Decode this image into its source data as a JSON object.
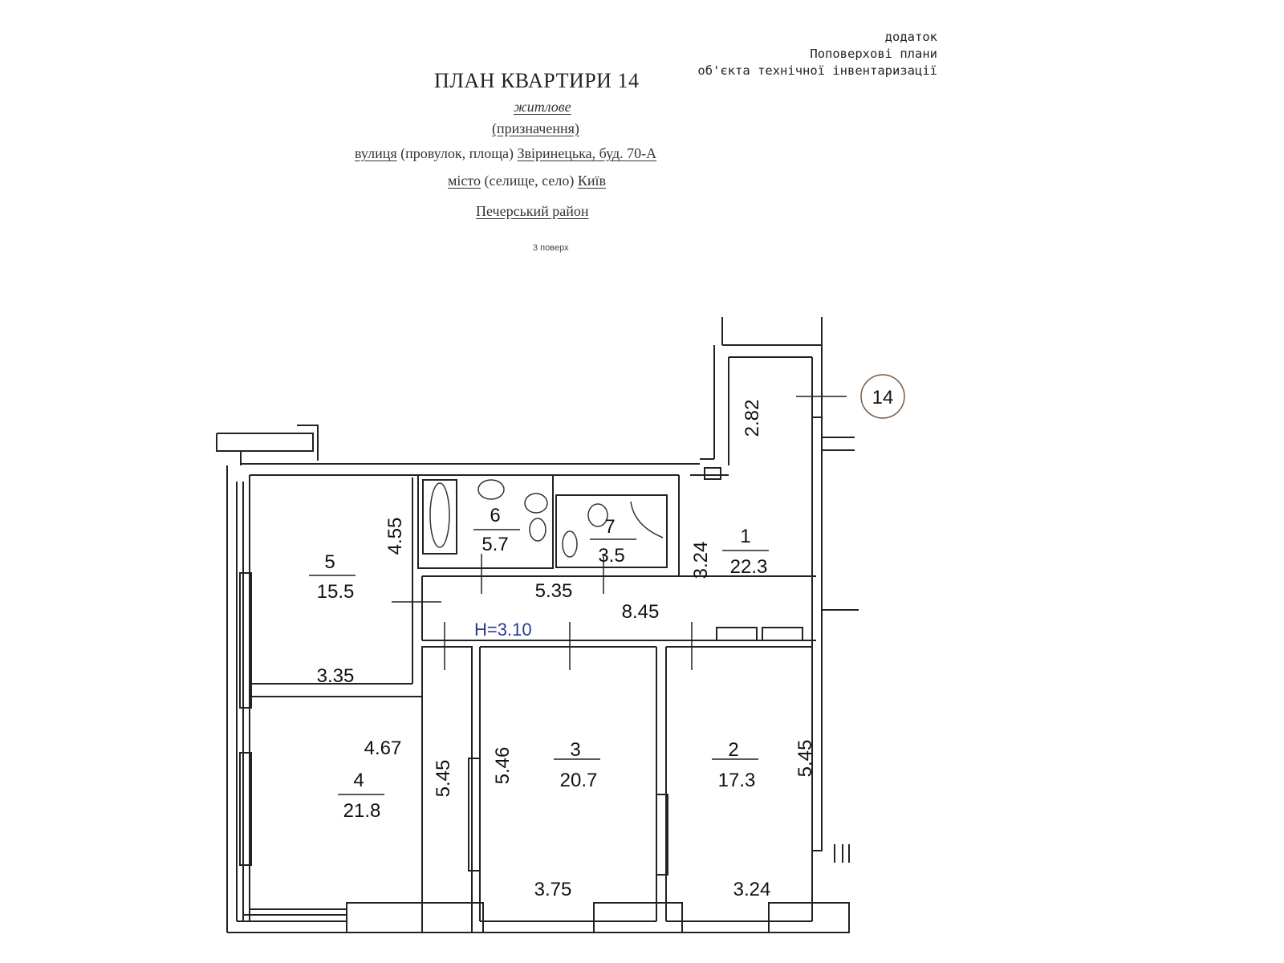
{
  "appendix": {
    "line1": "додаток",
    "line2": "Поповерхові плани",
    "line3": "об'єкта технічної інвентаризації"
  },
  "header": {
    "title": "ПЛАН КВАРТИРИ 14",
    "purpose": "житлове",
    "purpose_caption": "(призначення)",
    "street_label": "вулиця",
    "street_mid": " (провулок, площа) ",
    "street_value": "Звіринецька, буд. 70-А",
    "city_label": "місто",
    "city_mid": " (селище, село) ",
    "city_value": "Київ",
    "district": "Печерський район",
    "floor": "3 поверх"
  },
  "plan": {
    "apartment_number": "14",
    "ceiling_height": "H=3.10",
    "rooms": [
      {
        "number": "1",
        "area": "22.3"
      },
      {
        "number": "2",
        "area": "17.3"
      },
      {
        "number": "3",
        "area": "20.7"
      },
      {
        "number": "4",
        "area": "21.8"
      },
      {
        "number": "5",
        "area": "15.5"
      },
      {
        "number": "6",
        "area": "5.7"
      },
      {
        "number": "7",
        "area": "3.5"
      }
    ],
    "dimensions": {
      "d_2_82": "2.82",
      "d_3_24_hall": "3.24",
      "d_4_55": "4.55",
      "d_5_35": "5.35",
      "d_8_45": "8.45",
      "d_3_35": "3.35",
      "d_4_67": "4.67",
      "d_5_45_left": "5.45",
      "d_5_46": "5.46",
      "d_5_45_right": "5.45",
      "d_3_75": "3.75",
      "d_3_24_bottom": "3.24"
    }
  }
}
